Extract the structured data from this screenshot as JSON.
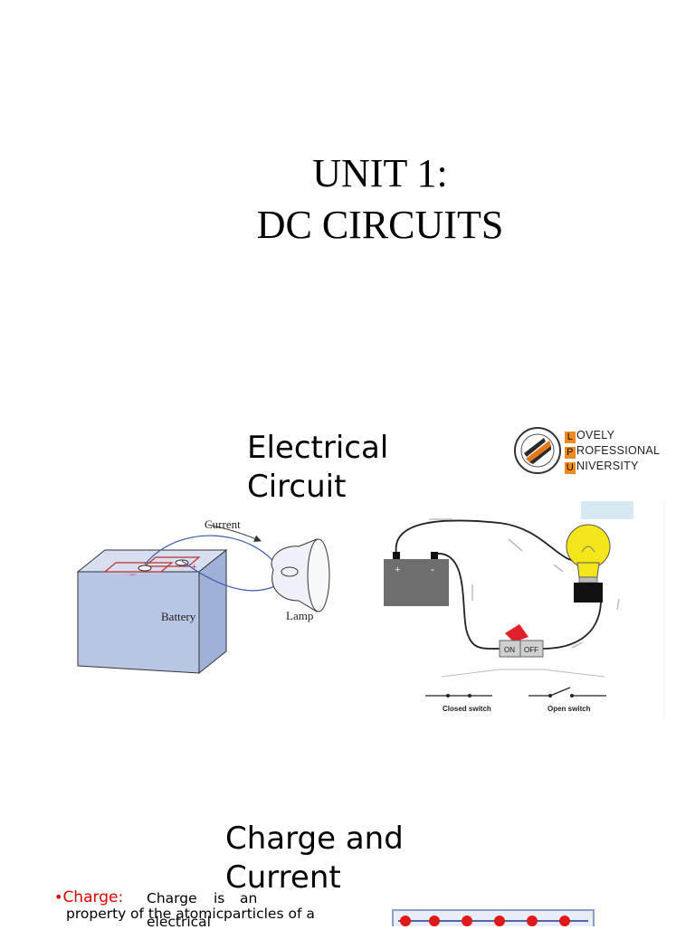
{
  "slide1": {
    "title_line1": "UNIT 1:",
    "title_line2": "DC CIRCUITS"
  },
  "slide2": {
    "heading_line1": "Electrical",
    "heading_line2": "Circuit",
    "logo": {
      "line1_initial": "L",
      "line1_rest": "OVELY",
      "line2_initial": "P",
      "line2_rest": "ROFESSIONAL",
      "line3_initial": "U",
      "line3_rest": "NIVERSITY",
      "accent": "#f08a1f"
    },
    "battery_lamp_figure": {
      "current_label": "Current",
      "battery_label": "Battery",
      "lamp_label": "Lamp",
      "minus_sign": "−",
      "plus_sign": "+"
    },
    "switch_figure": {
      "battery_plus": "+",
      "battery_minus": "-",
      "on_label": "ON",
      "off_label": "OFF",
      "closed_switch_label": "Closed switch",
      "open_switch_label": "Open switch"
    }
  },
  "slide3": {
    "heading_line1": "Charge and",
    "heading_line2": "Current",
    "bullet": "•",
    "charge_term": "Charge:",
    "charge_word1": "Charge",
    "charge_word2": "is",
    "charge_word3": "an",
    "charge_line2_a": "property",
    "charge_line2_b": "of the atomic",
    "charge_line2_c": "particles of a",
    "charge_overlap": "electrical",
    "term_color": "#e00000"
  }
}
